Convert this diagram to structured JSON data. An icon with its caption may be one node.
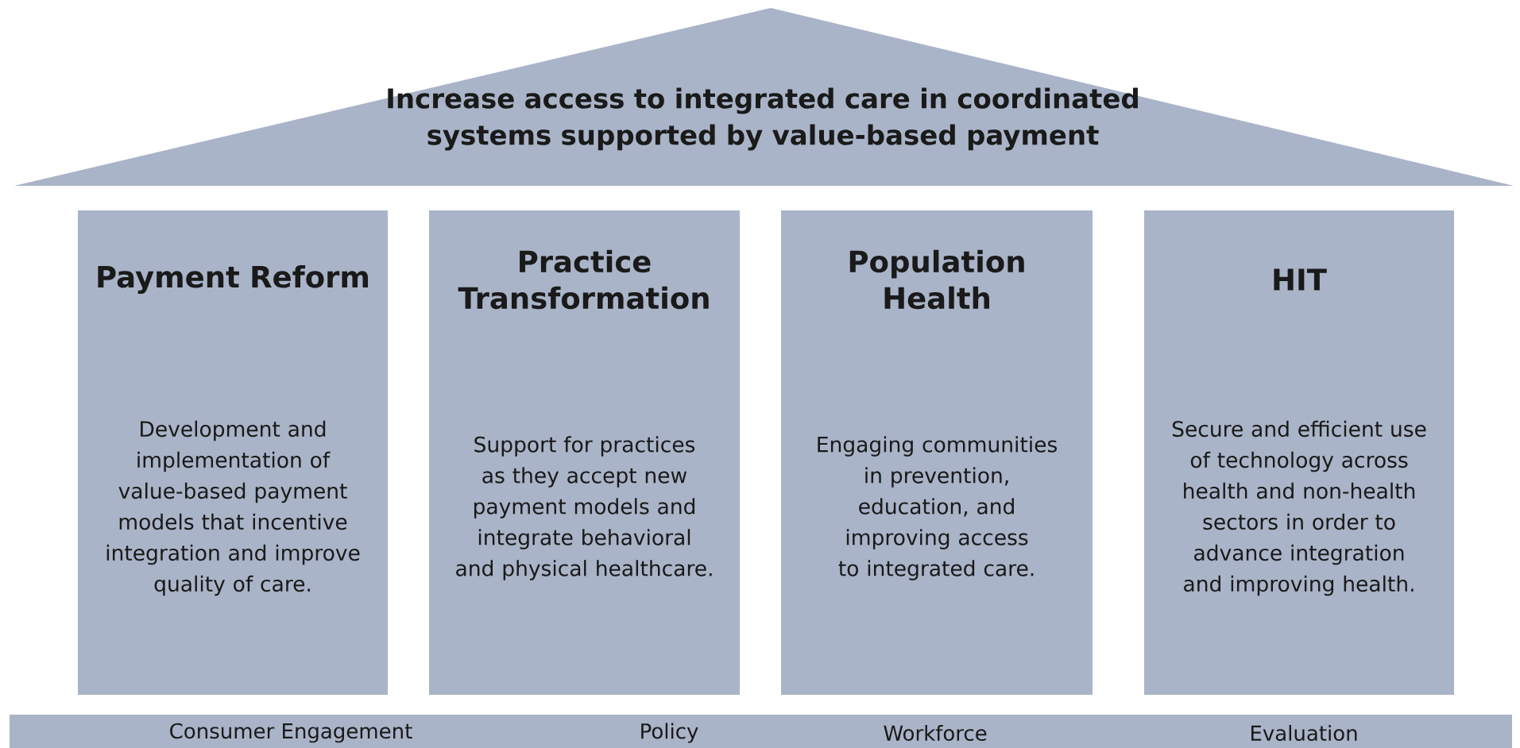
{
  "diagram": {
    "nodes": [
      {
        "text": [
          "Increase access to integrated care in coordinated systems supported by value-based payment"
        ]
      },
      {
        "text": [
          "Payment Reform",
          "Development and implementation of value-based payment models that incentive integration and improve quality of care."
        ]
      },
      {
        "text": [
          "Practice Transformation",
          "Support for practices as they accept new payment models and integrate behavioral and physical healthcare."
        ]
      },
      {
        "text": [
          "Population Health",
          "Engaging communities in prevention, education, and improving access to integrated care."
        ]
      },
      {
        "text": [
          "HIT",
          "Secure and efficient use of technology across health and non-health sectors in order to advance integration and improving health."
        ]
      },
      {
        "text": [
          "Consumer Engagement",
          "Policy",
          "Workforce",
          "Evaluation"
        ]
      }
    ]
  }
}
